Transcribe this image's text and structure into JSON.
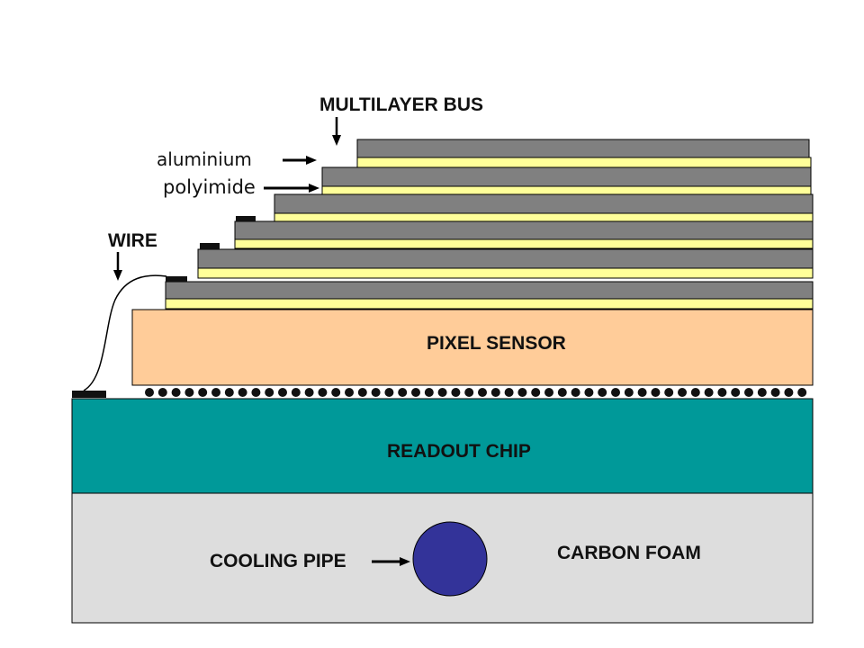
{
  "labels": {
    "multilayer_bus": "MULTILAYER BUS",
    "aluminium": "aluminium",
    "polyimide": "polyimide",
    "wire": "WIRE",
    "pixel_sensor": "PIXEL SENSOR",
    "readout_chip": "READOUT CHIP",
    "cooling_pipe": "COOLING PIPE",
    "carbon_foam": "CARBON FOAM"
  },
  "colors": {
    "aluminium_layer": "#808080",
    "polyimide_layer": "#ffff99",
    "pixel_sensor": "#ffcc99",
    "readout_chip": "#009999",
    "carbon_foam": "#dddddd",
    "cooling_pipe": "#333399",
    "bump_bonds": "#111111",
    "outline": "#000000"
  }
}
